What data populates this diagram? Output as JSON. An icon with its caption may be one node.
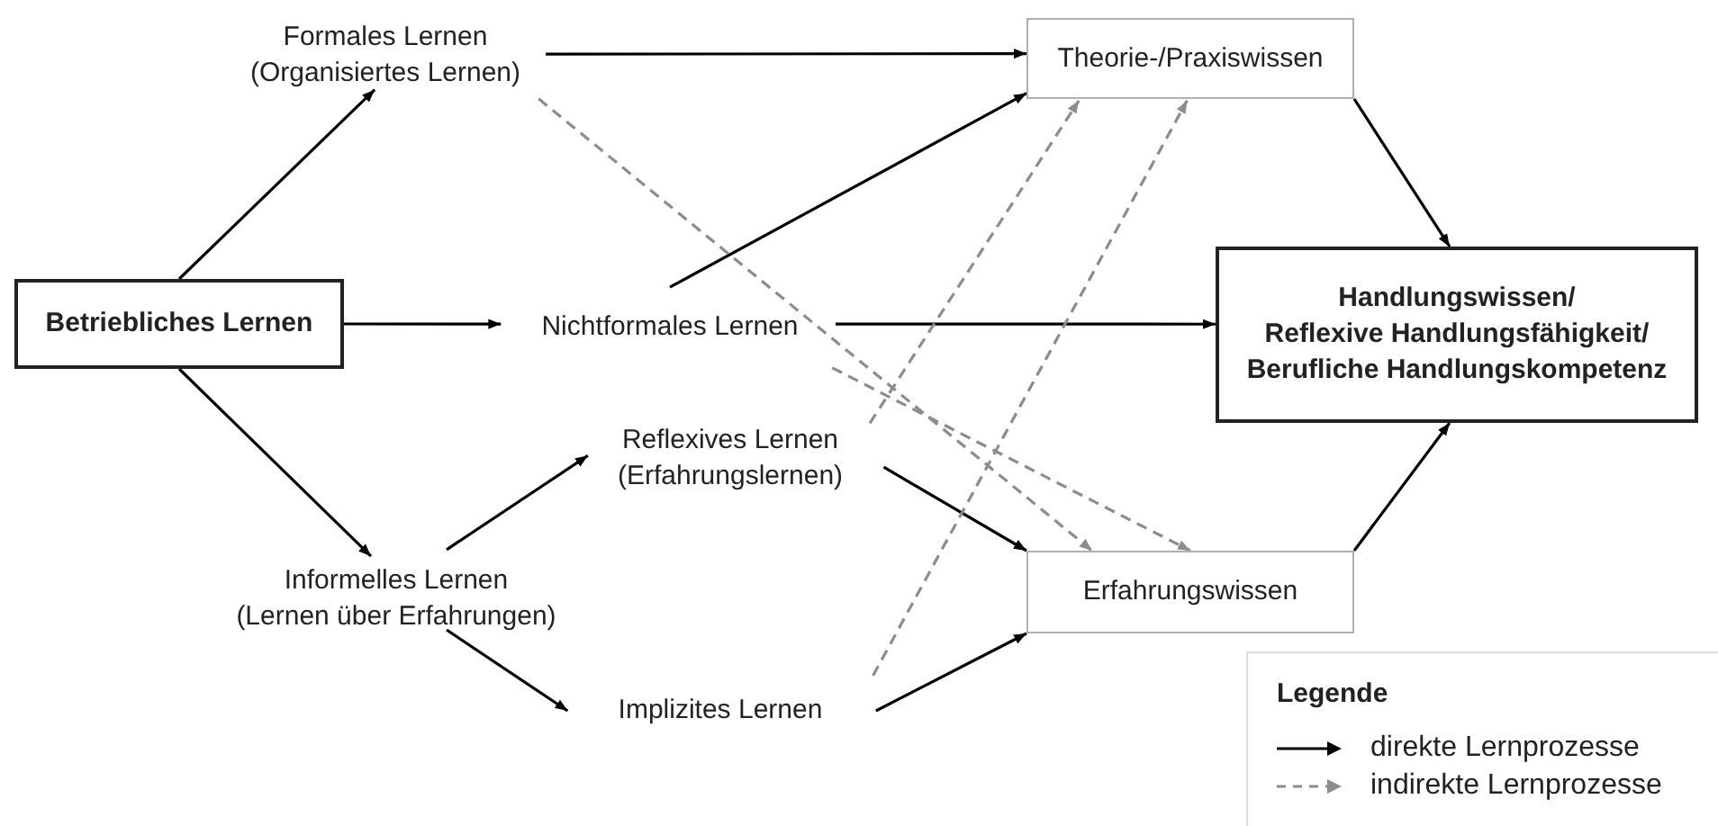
{
  "diagram": {
    "nodes": [
      {
        "text": [
          "Betriebliches Lernen"
        ]
      },
      {
        "text": [
          "Formales Lernen",
          "(Organisiertes Lernen)"
        ]
      },
      {
        "text": [
          "Nichtformales Lernen"
        ]
      },
      {
        "text": [
          "Informelles Lernen",
          "(Lernen über Erfahrungen)"
        ]
      },
      {
        "text": [
          "Reflexives Lernen",
          "(Erfahrungslernen)"
        ]
      },
      {
        "text": [
          "Implizites Lernen"
        ]
      },
      {
        "text": [
          "Theorie-/Praxiswissen"
        ]
      },
      {
        "text": [
          "Handlungswissen/",
          "Reflexive Handlungsfähigkeit/",
          "Berufliche Handlungskompetenz"
        ]
      },
      {
        "text": [
          "Erfahrungswissen"
        ]
      }
    ],
    "edges": [
      {
        "from": 0,
        "to": 1,
        "arrow": "to"
      },
      {
        "from": 0,
        "to": 2,
        "arrow": "to"
      },
      {
        "from": 0,
        "to": 3,
        "arrow": "to"
      },
      {
        "from": 1,
        "to": 6,
        "arrow": "to"
      },
      {
        "from": 2,
        "to": 6,
        "arrow": "to"
      },
      {
        "from": 2,
        "to": 7,
        "arrow": "to"
      },
      {
        "from": 3,
        "to": 4,
        "arrow": "to"
      },
      {
        "from": 3,
        "to": 5,
        "arrow": "to"
      },
      {
        "from": 4,
        "to": 8,
        "arrow": "to"
      },
      {
        "from": 5,
        "to": 8,
        "arrow": "to"
      },
      {
        "from": 6,
        "to": 7,
        "arrow": "to"
      },
      {
        "from": 8,
        "to": 7,
        "arrow": "to"
      },
      {
        "from": 1,
        "to": 8,
        "arrow": "to",
        "style": "dashed",
        "color": "#8c8c8c"
      },
      {
        "from": 2,
        "to": 8,
        "arrow": "to",
        "style": "dashed",
        "color": "#8c8c8c"
      },
      {
        "from": 4,
        "to": 6,
        "arrow": "to",
        "style": "dashed",
        "color": "#8c8c8c"
      },
      {
        "from": 5,
        "to": 6,
        "arrow": "to",
        "style": "dashed",
        "color": "#8c8c8c"
      }
    ],
    "labels": [
      "Legende"
    ],
    "legend": [
      {
        "text": "direkte Lernprozesse"
      },
      {
        "text": "indirekte Lernprozesse"
      }
    ]
  }
}
